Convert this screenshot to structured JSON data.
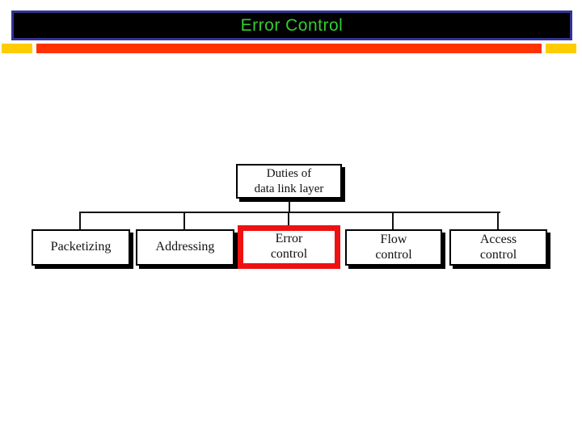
{
  "slide": {
    "title": "Error Control"
  },
  "diagram": {
    "root": {
      "lines": [
        "Duties of",
        "data link layer"
      ]
    },
    "children": [
      {
        "lines": [
          "Packetizing"
        ],
        "highlighted": false
      },
      {
        "lines": [
          "Addressing"
        ],
        "highlighted": false
      },
      {
        "lines": [
          "Error",
          "control"
        ],
        "highlighted": true
      },
      {
        "lines": [
          "Flow",
          "control"
        ],
        "highlighted": false
      },
      {
        "lines": [
          "Access",
          "control"
        ],
        "highlighted": false
      }
    ]
  },
  "colors": {
    "title_text": "#33cc33",
    "title_background": "#000000",
    "title_border": "#333394",
    "accent_red": "#ff3300",
    "accent_yellow": "#ffcc00",
    "highlight_border": "#ee1111",
    "node_border": "#000000",
    "node_shadow": "#000000"
  }
}
